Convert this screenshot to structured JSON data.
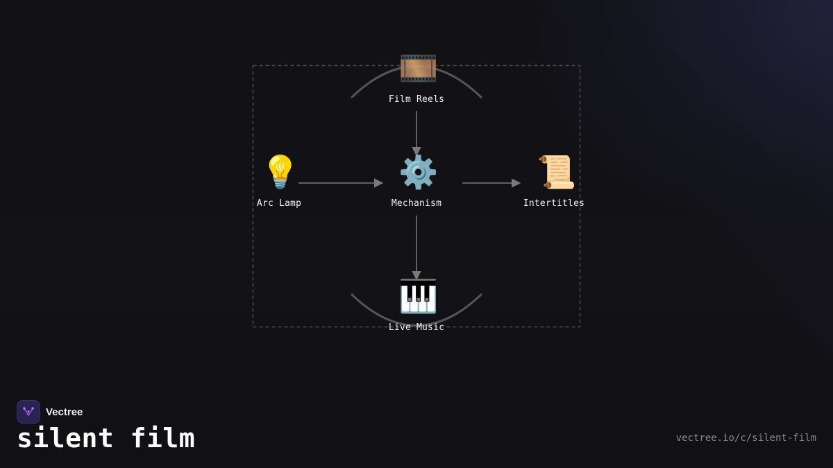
{
  "diagram": {
    "nodes": [
      {
        "id": "film-reels",
        "label": "Film Reels",
        "icon": "film-frames-icon",
        "glyph": "🎞️"
      },
      {
        "id": "arc-lamp",
        "label": "Arc Lamp",
        "icon": "light-bulb-icon",
        "glyph": "💡"
      },
      {
        "id": "mechanism",
        "label": "Mechanism",
        "icon": "gear-icon",
        "glyph": "⚙️"
      },
      {
        "id": "intertitles",
        "label": "Intertitles",
        "icon": "scroll-icon",
        "glyph": "📜"
      },
      {
        "id": "live-music",
        "label": "Live Music",
        "icon": "piano-keys-icon",
        "glyph": "🎹"
      }
    ],
    "edges": [
      {
        "from": "film-reels",
        "to": "mechanism"
      },
      {
        "from": "arc-lamp",
        "to": "mechanism"
      },
      {
        "from": "mechanism",
        "to": "intertitles"
      },
      {
        "from": "mechanism",
        "to": "live-music"
      }
    ]
  },
  "brand": {
    "name": "Vectree",
    "icon": "vectree-logo-icon"
  },
  "title": "silent film",
  "url": "vectree.io/c/silent-film",
  "colors": {
    "background": "#111115",
    "edge": "#7a7a7a",
    "frame": "#4a4a52",
    "arc": "#555558",
    "brand_accent": "#8a4fd8"
  }
}
